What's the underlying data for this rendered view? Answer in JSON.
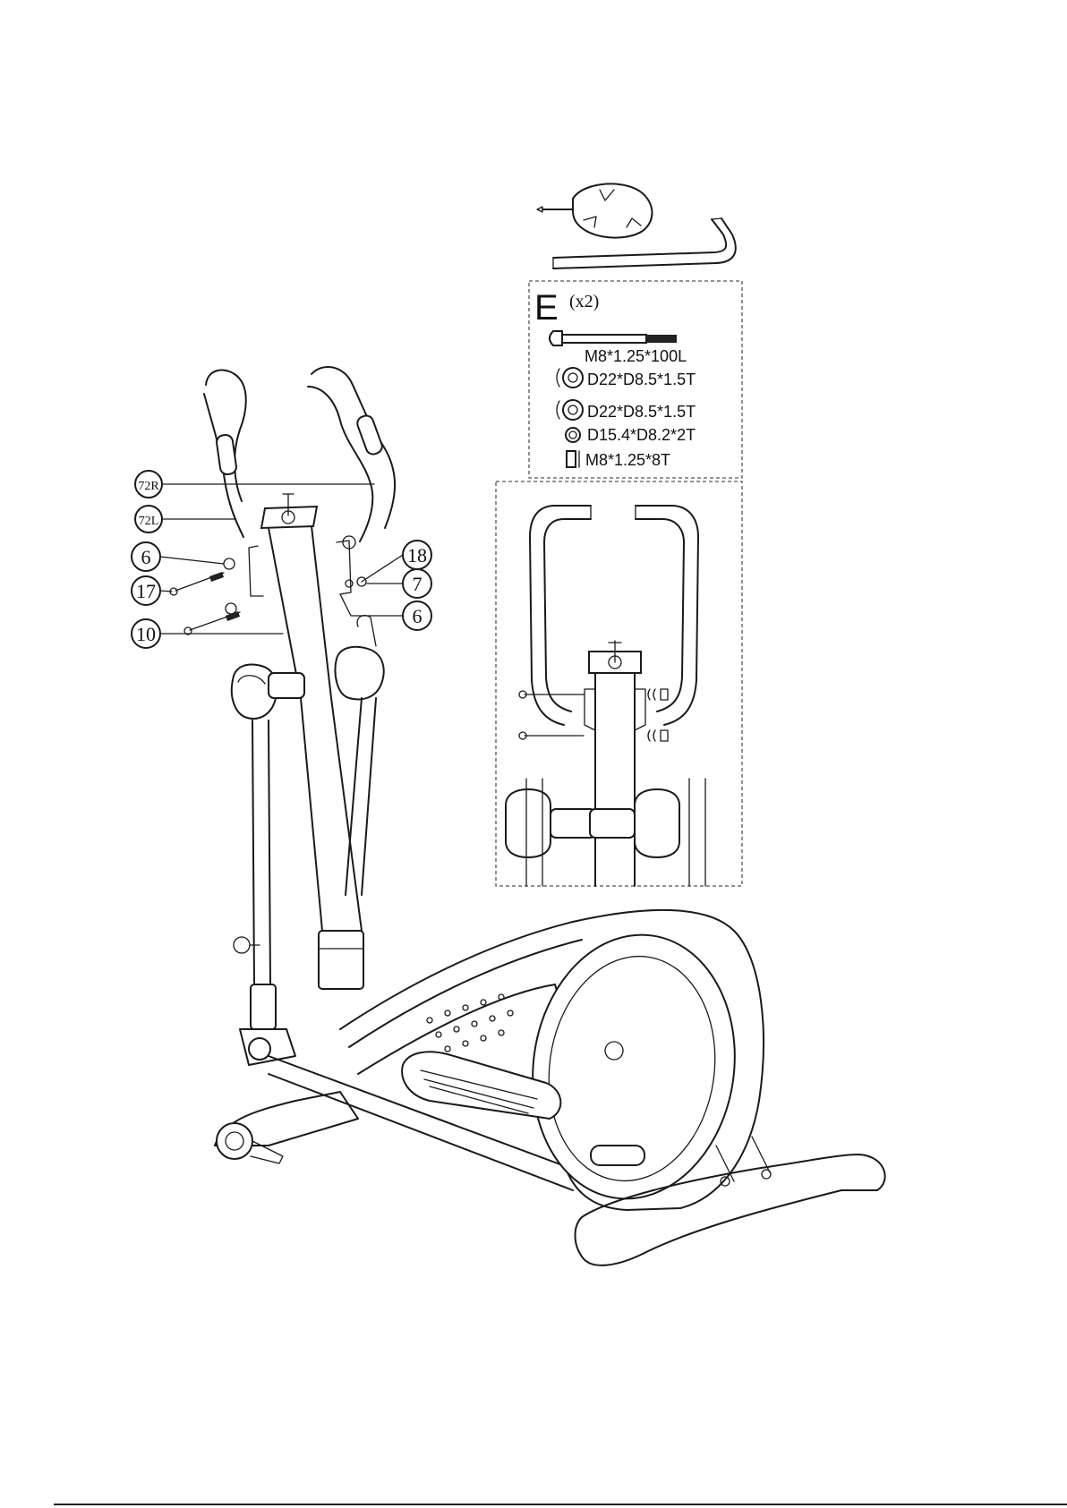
{
  "hardware_pack": {
    "letter": "E",
    "quantity": "(x2)",
    "items": [
      "M8*1.25*100L",
      "D22*D8.5*1.5T",
      "D22*D8.5*1.5T",
      "D15.4*D8.2*2T",
      "M8*1.25*8T"
    ]
  },
  "callouts": {
    "right_handlebar": "72R",
    "left_handlebar": "72L",
    "washer_left": "6",
    "bolt": "17",
    "main_post": "10",
    "washer_small": "18",
    "nut": "7",
    "washer_right": "6"
  },
  "tools": [
    "screwdriver-wrench-icon",
    "allen-key-icon"
  ]
}
